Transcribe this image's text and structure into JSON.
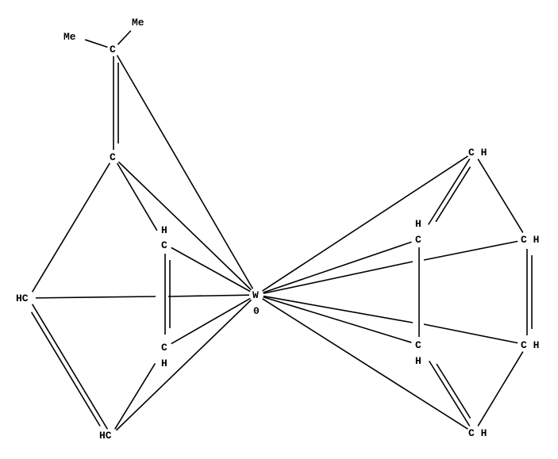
{
  "molecule": {
    "metal": {
      "symbol": "W",
      "charge": "0"
    },
    "atoms": {
      "me1": "Me",
      "me2": "Me",
      "c_exo": "C",
      "c_ipso": "C",
      "l_c1_h": "H",
      "l_c1": "C",
      "l_hc_left": "HC",
      "l_c2": "C",
      "l_c2_h": "H",
      "l_hc_bottom": "HC",
      "r_ch_top": "C H",
      "r_c1_h": "H",
      "r_c1": "C",
      "r_ch_right_top": "C H",
      "r_c2": "C",
      "r_c2_h": "H",
      "r_ch_right_bottom": "C H",
      "r_ch_bottom": "C H"
    }
  }
}
